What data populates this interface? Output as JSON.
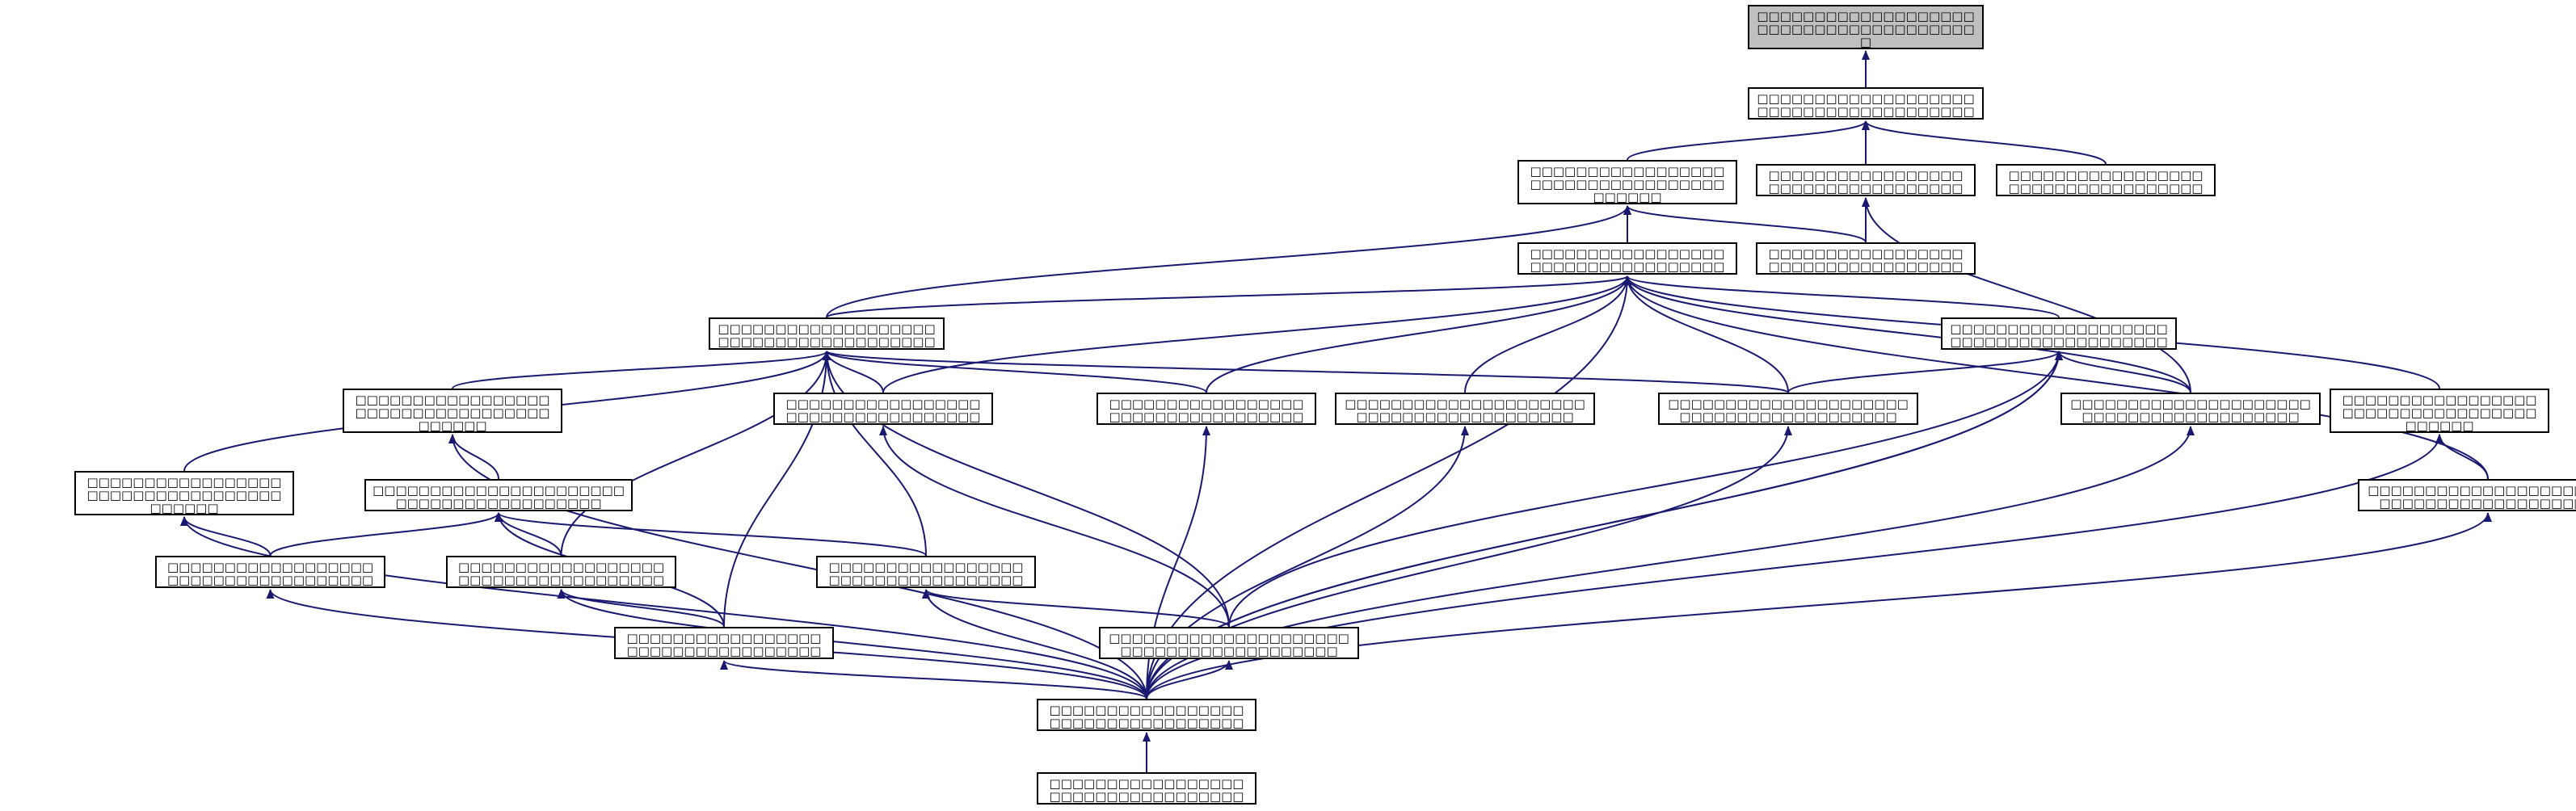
{
  "colors": {
    "edge": "#191970",
    "root_fill": "#bfbfbf",
    "node_fill": "#ffffff",
    "border": "#000000"
  },
  "nodes": {
    "n0": {
      "label": "□□□□□□□□□□□□□□□□□□□□□□□□□□□□□□□□□□□□□□□\n□□□□□□□□□□□□□□□□□□□□□□□□□□□□□□□□□□□□□□□□\n□□□□□□□□□□□□□□□□□□□□"
    },
    "n1": {
      "label": "□□□□□□□□□□□□□□□□□□□□□□□□□□□□□□□□□□□□□□□□\n□□□□□□□□□□□□□□□□□□□□□□□□□□□□□□□□□□□□□□□□□□□"
    },
    "n2": {
      "label": "□□□□□□□□□□□□□□□□□□□□□□□□□□□□□□□□□□□□□□□□\n□□□□□□□□□□□□□□□□□□□□□□□□□□□□□□□□□□□□□□\n□□□□□□□□□"
    },
    "n3": {
      "label": "□□□□□□□□□□□□□□□□□□□□□□□□□□□□□□□□□□□□□□□□\n□□□□□□□□□□□□□□□□□□□□□□□□□□□□□□□□□□□□□□□□□"
    },
    "n4": {
      "label": "□□□□□□□□□□□□□□□□□□□□□□□□□□□□□□□□□□□□□□□□\n□□□□□□□□□□□□□□□□□□□□□□□□□□□"
    },
    "n5": {
      "label": "□□□□□□□□□□□□□□□□□□□□□□□□□□□□□□□□□□□□□□□□\n□□□□□□□□□□□□□□□□□□□□□□□□□□□□□□□□□□□□□□□□□□"
    },
    "n6": {
      "label": "□□□□□□□□□□□□□□□□□□□□□□□□□□□□□□□□□□□□□□□□\n□□□□□□□□□□□□□□□□□□□□□□□□"
    },
    "n7": {
      "label": "□□□□□□□□□□□□□□□□□□□□□□□□□□□□□□□□□□□□□□□□\n□□□□□□□□□□□□□□□□□□□□□□□□□□□□□□□□□□□□□□□□□□□□□□"
    },
    "n8": {
      "label": "□□□□□□□□□□□□□□□□□□□□□□□□□□□□□□□□□□□□□□□□\n□□□□□□□□□□□□□□□□□□□□□□□□□□□□□□□□□□□□□□□□□□□□□□□"
    },
    "n9": {
      "label": "□□□□□□□□□□□□□□□□□□□□□□□□□□□□□□□□□□□□□□□□\n□□□□□□□□□□□□□□□□□□□□□□□□□□□□□□□□□□□□□□\n□□□□□□□□□"
    },
    "n10": {
      "label": "□□□□□□□□□□□□□□□□□□□□□□□□□□□□□□□□□□□□□□□□\n□□□□□□□□□□□□□□□□□□□□□□□□□□□□□□□□□□□□□□□□□□□"
    },
    "n11": {
      "label": "□□□□□□□□□□□□□□□□□□□□□□□□□□□□□□□□□□□□□□□□\n□□□□□□□□□□□□□□□□□□□□□□□□□□□□□□□□□□□□□□□□□□"
    },
    "n12": {
      "label": "□□□□□□□□□□□□□□□□□□□□□□□□□□□□□□□□□□□□□□□□\n□□□□□□□□□□□□□□□□□□□□□□□□□□□□□□□□□□□□□□□□□□□□□□□□□□"
    },
    "n13": {
      "label": "□□□□□□□□□□□□□□□□□□□□□□□□□□□□□□□□□□□□□□□□\n□□□□□□□□□□□□□□□□□□□□□□□□□□□□□□□□□□□□□□□□□□□□□□□□□□"
    },
    "n14": {
      "label": "□□□□□□□□□□□□□□□□□□□□□□□□□□□□□□□□□□□□□□□□\n□□□□□□□□□□□□□□□□□□□□□□□□□□□□□□□□□□□□□□□□□□□□□□□□□□□"
    },
    "n15": {
      "label": "□□□□□□□□□□□□□□□□□□□□□□□□□□□□□□□□□□□□□□□□\n□□□□□□□□□□□□□□□□□□□□□□□□□□□□□□□□□□□□□□\n□□□□□□□□□"
    },
    "n16": {
      "label": "□□□□□□□□□□□□□□□□□□□□□□□□□□□□□□□□□□□□□□□□\n□□□□□□□□□□□□□□□□□□□□□□□□□□□□□□□□□□□□□□□□□□□□□□□□□□"
    },
    "n17": {
      "label": "□□□□□□□□□□□□□□□□□□□□□□□□□□□□□□□□□□□□□□□□\n□□□□□□□□□□□□□□□□□□□□□□□□□□□□□□□□□□□□□□□□□□□□□□□□□"
    },
    "n18": {
      "label": "□□□□□□□□□□□□□□□□□□□□□□□□□□□□□□□□□□□□□□□□\n□□□□□□□□□□□□□□□□□□□□□□□□□□□□□□□□□□□□□□□□□□□□□"
    },
    "n19": {
      "label": "□□□□□□□□□□□□□□□□□□□□□□□□□□□□□□□□□□□□□□□□\n□□□□□□□□□□□□□□□□□□□□□□□□□□□□□□□□□□□□□□□□□□□□□□"
    },
    "n20": {
      "label": "□□□□□□□□□□□□□□□□□□□□□□□□□□□□□□□□□□□□□□□□\n□□□□□□□□□□□□□□□□□□□□□□□□□□□□□□□□□□□□□□□□□□□□□□"
    },
    "n21": {
      "label": "□□□□□□□□□□□□□□□□□□□□□□□□□□□□□□□□□□□□□□□□\n□□□□□□□□□□□□□□□□□□□□□□□□□□□□□□□□□□□□□□□□□□□□□□□□□□"
    },
    "n22": {
      "label": "□□□□□□□□□□□□□□□□□□□□□□□□□□□□□□□□□□□□□□□□\n□□□□□□□□□□□□□□□□□□□□□□"
    },
    "n23": {
      "label": "□□□□□□□□□□□□□□□□□□□□□□□□□□□□□□□□□□□□□□□□\n□□□□□□□□□□□□□□□"
    }
  },
  "edges": [
    [
      "n1",
      "n0"
    ],
    [
      "n2",
      "n1"
    ],
    [
      "n3",
      "n1"
    ],
    [
      "n4",
      "n1"
    ],
    [
      "n5",
      "n2"
    ],
    [
      "n6",
      "n3"
    ],
    [
      "n5",
      "n2"
    ],
    [
      "n6",
      "n2"
    ],
    [
      "n7",
      "n2"
    ],
    [
      "n7",
      "n5"
    ],
    [
      "n8",
      "n5"
    ],
    [
      "n10",
      "n5"
    ],
    [
      "n11",
      "n5"
    ],
    [
      "n12",
      "n5"
    ],
    [
      "n13",
      "n5"
    ],
    [
      "n14",
      "n5"
    ],
    [
      "n16",
      "n5"
    ],
    [
      "n19",
      "n5"
    ],
    [
      "n20",
      "n5"
    ],
    [
      "n21",
      "n5"
    ],
    [
      "n22",
      "n5"
    ],
    [
      "n9",
      "n7"
    ],
    [
      "n10",
      "n7"
    ],
    [
      "n11",
      "n7"
    ],
    [
      "n12",
      "n7"
    ],
    [
      "n13",
      "n7"
    ],
    [
      "n15",
      "n7"
    ],
    [
      "n17",
      "n7"
    ],
    [
      "n19",
      "n7"
    ],
    [
      "n20",
      "n7"
    ],
    [
      "n21",
      "n7"
    ],
    [
      "n22",
      "n7"
    ],
    [
      "n15",
      "n3"
    ],
    [
      "n13",
      "n8"
    ],
    [
      "n14",
      "n8"
    ],
    [
      "n15",
      "n8"
    ],
    [
      "n22",
      "n8"
    ],
    [
      "n20",
      "n8"
    ],
    [
      "n16",
      "n15"
    ],
    [
      "n22",
      "n15"
    ],
    [
      "n17",
      "n9"
    ],
    [
      "n18",
      "n9"
    ],
    [
      "n22",
      "n9"
    ],
    [
      "n19",
      "n16"
    ],
    [
      "n22",
      "n16"
    ],
    [
      "n20",
      "n17"
    ],
    [
      "n21",
      "n17"
    ],
    [
      "n22",
      "n17"
    ],
    [
      "n22",
      "n18"
    ],
    [
      "n21",
      "n18"
    ],
    [
      "n22",
      "n19"
    ],
    [
      "n22",
      "n20"
    ],
    [
      "n22",
      "n21"
    ],
    [
      "n22",
      "n10"
    ],
    [
      "n22",
      "n11"
    ],
    [
      "n22",
      "n12"
    ],
    [
      "n22",
      "n13"
    ],
    [
      "n22",
      "n14"
    ],
    [
      "n23",
      "n22"
    ]
  ]
}
